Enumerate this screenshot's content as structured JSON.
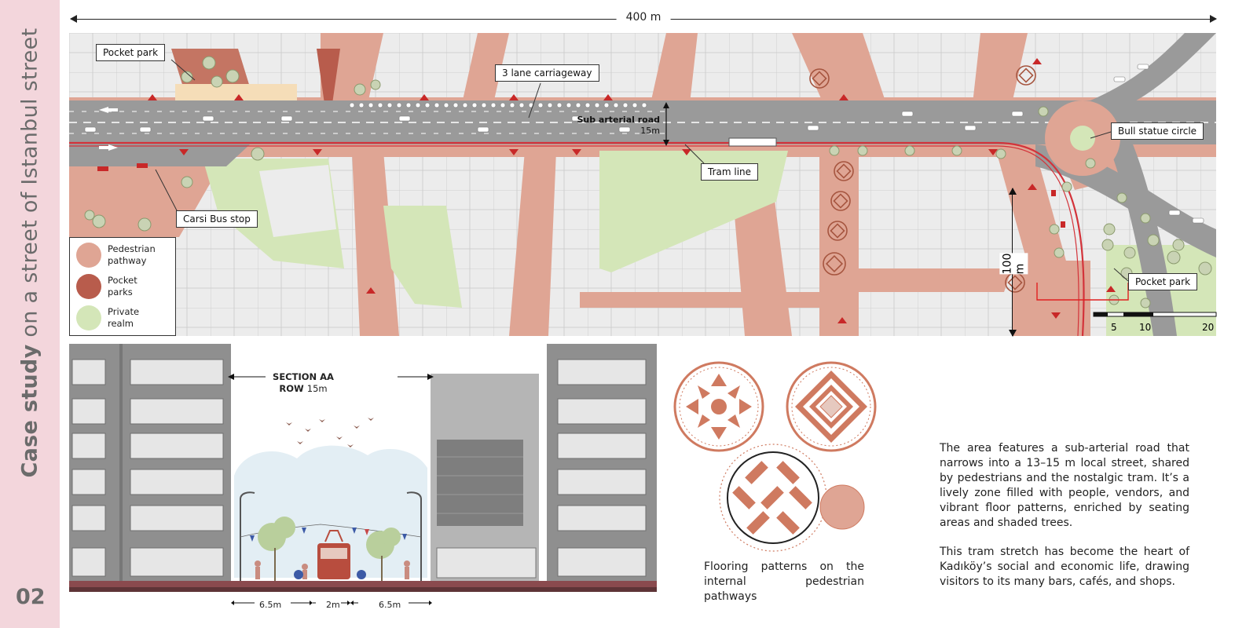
{
  "sidebar": {
    "title_bold": "Case study",
    "title_rest": " on a street of Istanbul street",
    "page_number": "02",
    "background": "#f3d6dc"
  },
  "plan": {
    "width_dimension": "400 m",
    "height_dimension": "100 m",
    "callouts": {
      "pocket_park_top": "Pocket park",
      "carriageway": "3 lane carriageway",
      "sub_arterial": "Sub arterial road",
      "road_width": "15m",
      "tram_line": "Tram line",
      "bull_statue": "Bull statue circle",
      "bus_stop": "Carsi Bus stop",
      "pocket_park_right": "Pocket park"
    },
    "legend": [
      {
        "label": "Pedestrian pathway",
        "color": "#dfa594"
      },
      {
        "label": "Pocket parks",
        "color": "#b85c4c"
      },
      {
        "label": "Private realm",
        "color": "#d4e6b8"
      }
    ],
    "scale": {
      "labels": [
        "5",
        "10",
        "20"
      ]
    }
  },
  "section": {
    "title": "SECTION AA",
    "row_label": "ROW",
    "row_value": "15m",
    "dims": [
      "6.5m",
      "2m",
      "6.5m"
    ]
  },
  "patterns": {
    "caption": "Flooring patterns on the internal pedestrian pathways"
  },
  "description": {
    "p1": "The area features a sub-arterial road that narrows into a 13–15 m local street, shared by pedestrians and the nostalgic tram. It’s a lively zone filled with people, vendors, and vibrant floor patterns, enriched by seating areas and shaded trees.",
    "p2": "This tram stretch has become the heart of Kadıköy’s social and economic life, drawing visitors to its many bars, cafés, and shops."
  },
  "colors": {
    "pedestrian": "#dfa594",
    "pocket_park": "#b85c4c",
    "private_realm": "#d4e6b8",
    "road": "#9a9a9a",
    "tram": "#d3333a",
    "pattern": "#cf7a60"
  }
}
